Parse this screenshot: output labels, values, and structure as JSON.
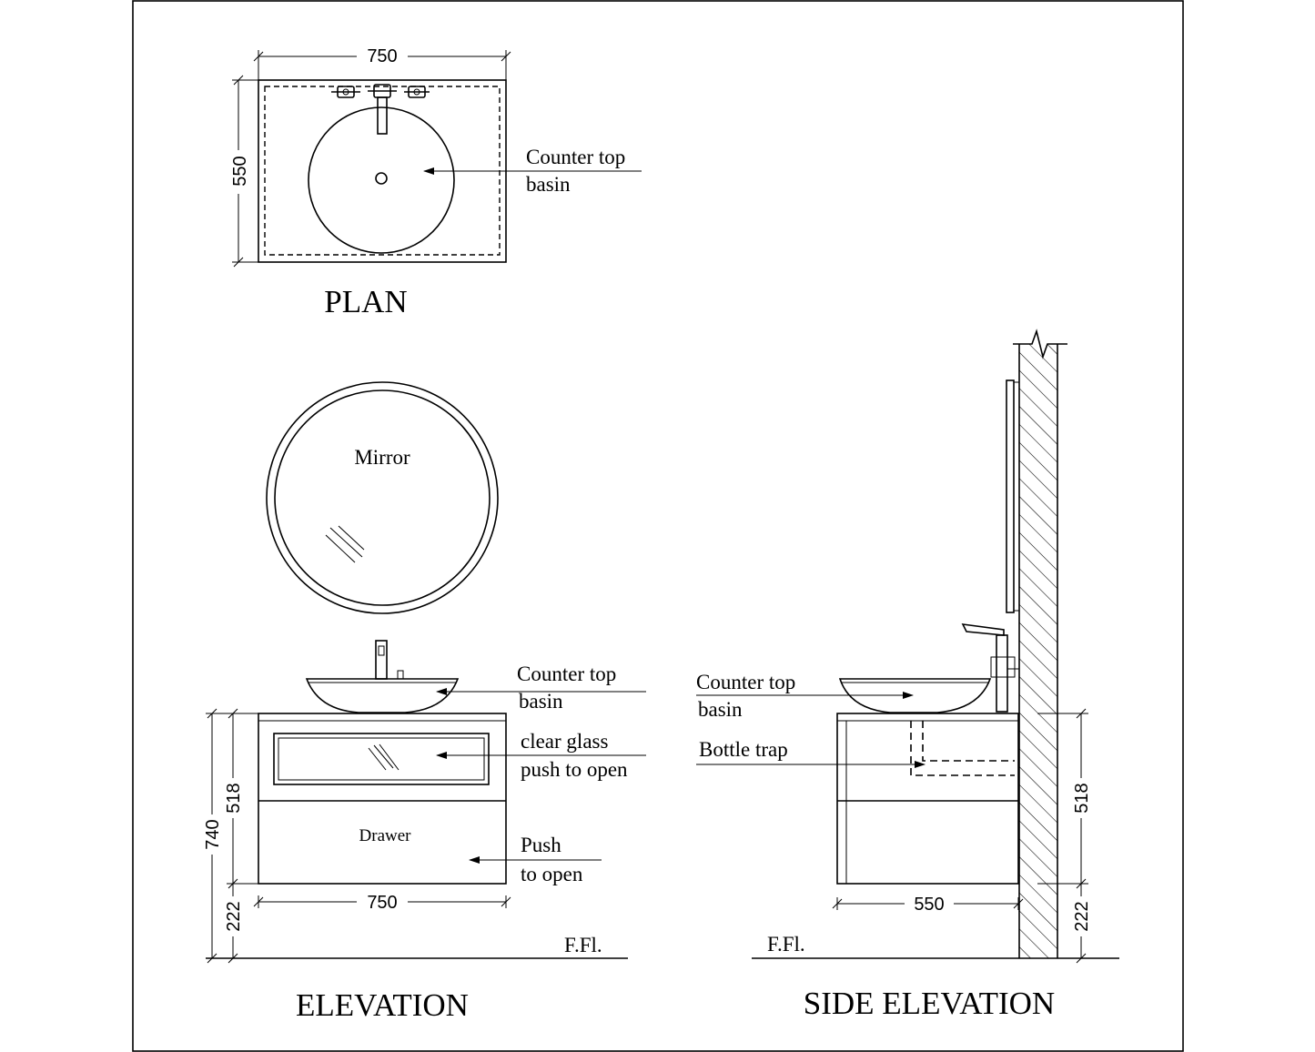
{
  "plan": {
    "title": "PLAN",
    "dim_width": "750",
    "dim_depth": "550",
    "label_basin_line1": "Counter top",
    "label_basin_line2": "basin"
  },
  "elevation": {
    "title": "ELEVATION",
    "mirror_label": "Mirror",
    "basin_line1": "Counter top",
    "basin_line2": "basin",
    "glass_line1": "clear glass",
    "glass_line2": "push to open",
    "drawer_label": "Drawer",
    "push_line1": "Push",
    "push_line2": "to open",
    "dim_total_height": "740",
    "dim_cabinet_height": "518",
    "dim_floor_gap": "222",
    "dim_width": "750",
    "floor_label": "F.Fl."
  },
  "side_elevation": {
    "title": "SIDE ELEVATION",
    "basin_line1": "Counter top",
    "basin_line2": "basin",
    "trap_label": "Bottle trap",
    "dim_cabinet_height": "518",
    "dim_floor_gap": "222",
    "dim_depth": "550",
    "floor_label": "F.Fl."
  }
}
